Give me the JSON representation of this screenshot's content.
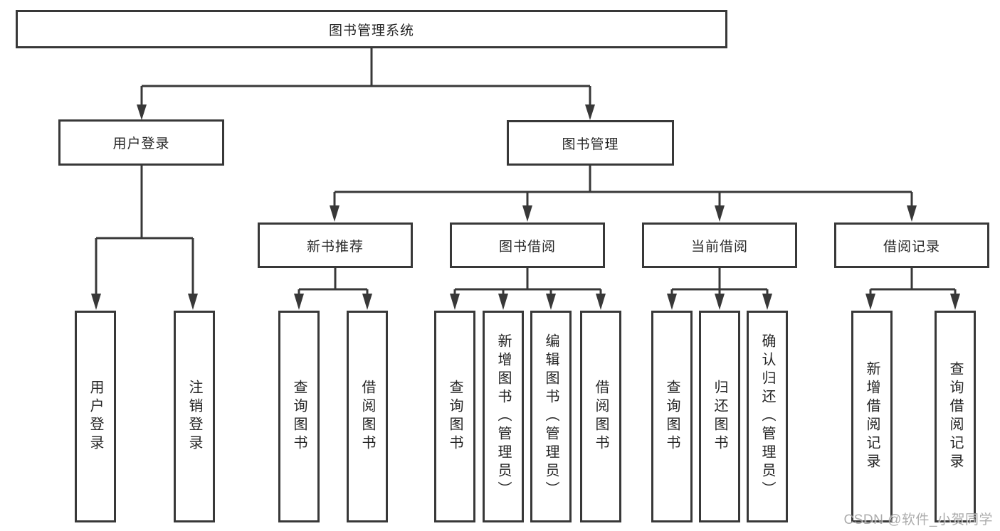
{
  "colors": {
    "line": "#383838",
    "text": "#262626",
    "background": "#ffffff",
    "watermark": "#9a9a9a"
  },
  "watermark": "CSDN @软件_小贺同学",
  "tree": {
    "root": {
      "label": "图书管理系统",
      "children": [
        {
          "label": "用户登录",
          "children": [
            {
              "label": "用户登录"
            },
            {
              "label": "注销登录"
            }
          ]
        },
        {
          "label": "图书管理",
          "children": [
            {
              "label": "新书推荐",
              "children": [
                {
                  "label": "查询图书"
                },
                {
                  "label": "借阅图书"
                }
              ]
            },
            {
              "label": "图书借阅",
              "children": [
                {
                  "label": "查询图书"
                },
                {
                  "label": "新增图书（管理员）"
                },
                {
                  "label": "编辑图书（管理员）"
                },
                {
                  "label": "借阅图书"
                }
              ]
            },
            {
              "label": "当前借阅",
              "children": [
                {
                  "label": "查询图书"
                },
                {
                  "label": "归还图书"
                },
                {
                  "label": "确认归还（管理员）"
                }
              ]
            },
            {
              "label": "借阅记录",
              "children": [
                {
                  "label": "新增借阅记录"
                },
                {
                  "label": "查询借阅记录"
                }
              ]
            }
          ]
        }
      ]
    }
  }
}
